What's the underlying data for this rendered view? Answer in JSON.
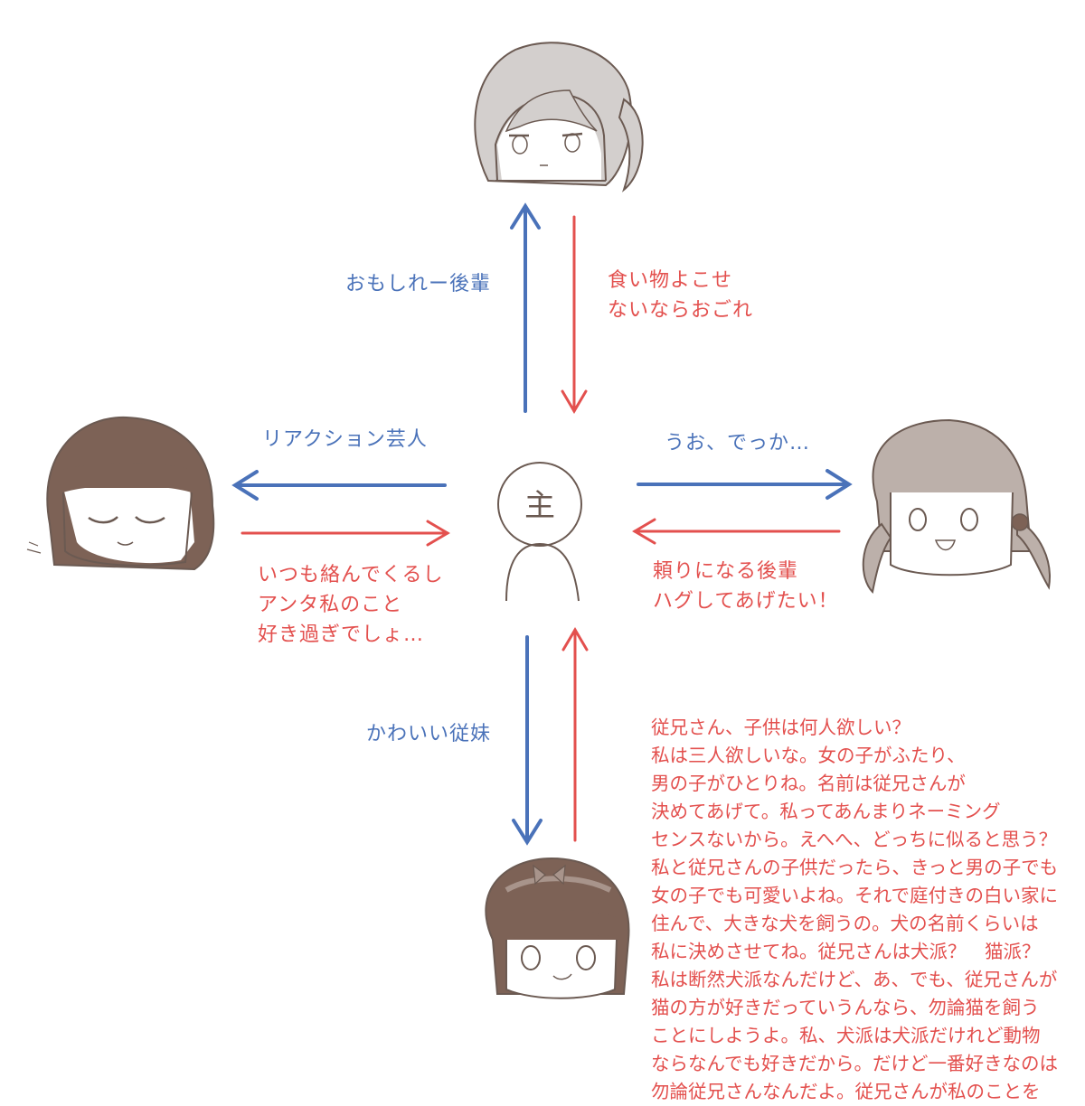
{
  "center": {
    "glyph": "主"
  },
  "top": {
    "to_center_label": "おもしれー後輩",
    "from_center_label": "食い物よこせ\nないならおごれ"
  },
  "left": {
    "to_center_label": "リアクション芸人",
    "from_center_label": "いつも絡んでくるし\nアンタ私のこと\n好き過ぎでしょ…"
  },
  "right": {
    "to_center_label": "うお、でっか…",
    "from_center_label": "頼りになる後輩\nハグしてあげたい！"
  },
  "bottom": {
    "to_center_label": "かわいい従妹",
    "from_center_label": "従兄さん、子供は何人欲しい？\n私は三人欲しいな。女の子がふたり、\n男の子がひとりね。名前は従兄さんが\n決めてあげて。私ってあんまりネーミング\nセンスないから。えへへ、どっちに似ると思う？\n私と従兄さんの子供だったら、きっと男の子でも\n女の子でも可愛いよね。それで庭付きの白い家に\n住んで、大きな犬を飼うの。犬の名前くらいは\n私に決めさせてね。従兄さんは犬派？　猫派？\n私は断然犬派なんだけど、あ、でも、従兄さんが\n猫の方が好きだっていうんなら、勿論猫を飼う\nことにしようよ。私、犬派は犬派だけれど動物\nならなんでも好きだから。だけど一番好きなのは\n勿論従兄さんなんだよ。従兄さんが私のことを"
  },
  "colors": {
    "blue": "#4a72b9",
    "red": "#e3504e",
    "line": "#6b5a52",
    "hair_gray": "#d3cfcd",
    "hair_brown": "#7d6256",
    "hair_light_brown": "#bcb0aa",
    "skin": "#ffffff"
  }
}
